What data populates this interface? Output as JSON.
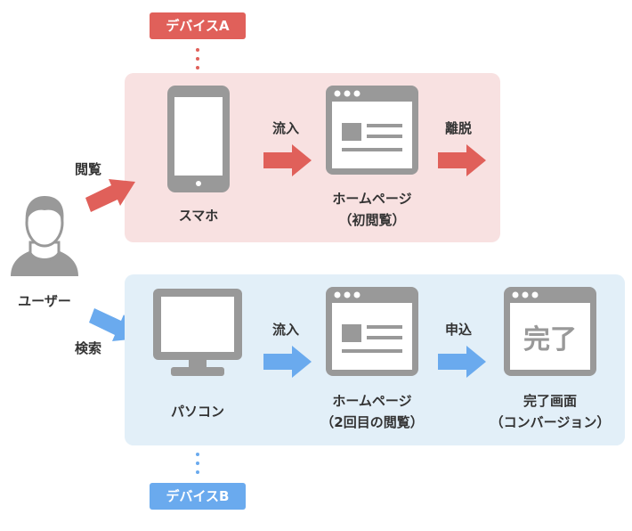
{
  "colors": {
    "red_panel": "#f8e1e1",
    "blue_panel": "#e2eff8",
    "red": "#e0605a",
    "blue": "#6aaaee",
    "gray": "#999999",
    "text": "#333333"
  },
  "device_a": {
    "tag": "デバイスA",
    "arrow_in_label": "閲覧",
    "device_label": "スマホ",
    "flow_label_1": "流入",
    "page_label_line1": "ホームページ",
    "page_label_line2": "（初閲覧）",
    "flow_label_2": "離脱"
  },
  "user": {
    "label": "ユーザー"
  },
  "device_b": {
    "tag": "デバイスB",
    "arrow_in_label": "検索",
    "device_label": "パソコン",
    "flow_label_1": "流入",
    "page_label_line1": "ホームページ",
    "page_label_line2": "（2回目の閲覧）",
    "flow_label_2": "申込",
    "complete_icon_text": "完了",
    "complete_label_line1": "完了画面",
    "complete_label_line2": "（コンバージョン）"
  }
}
